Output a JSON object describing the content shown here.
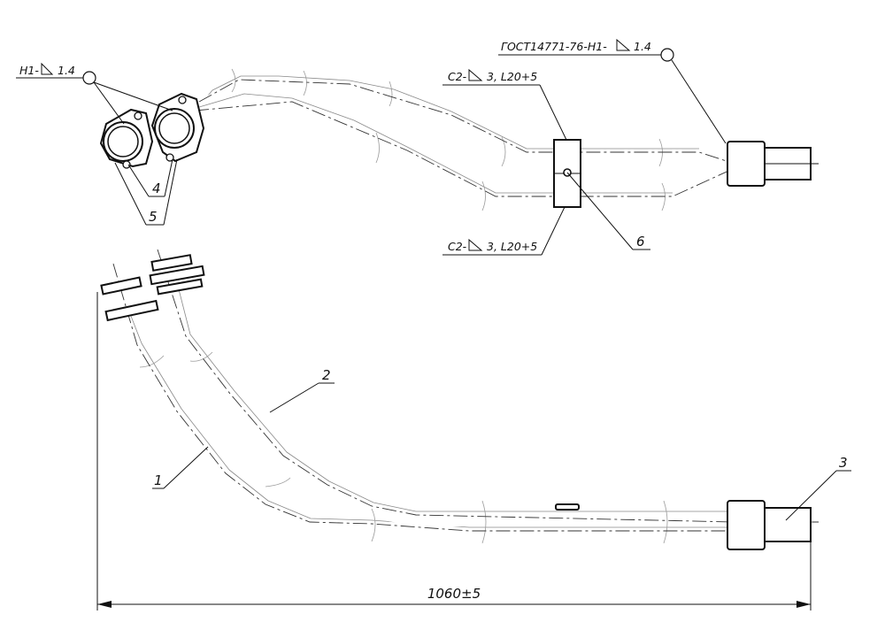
{
  "weld_top_left": {
    "prefix": "Н1-",
    "size": "1.4"
  },
  "weld_top_right": {
    "prefix": "ГОСТ14771-76-Н1-",
    "size": "1.4"
  },
  "weld_clamp_upper": {
    "prefix": "С2-",
    "size": "3, L20+5"
  },
  "weld_clamp_lower": {
    "prefix": "С2-",
    "size": "3, L20+5"
  },
  "callouts": {
    "p1": "1",
    "p2": "2",
    "p3": "3",
    "p4": "4",
    "p5": "5",
    "p6": "6"
  },
  "dimension": {
    "overall_length": "1060±5"
  }
}
